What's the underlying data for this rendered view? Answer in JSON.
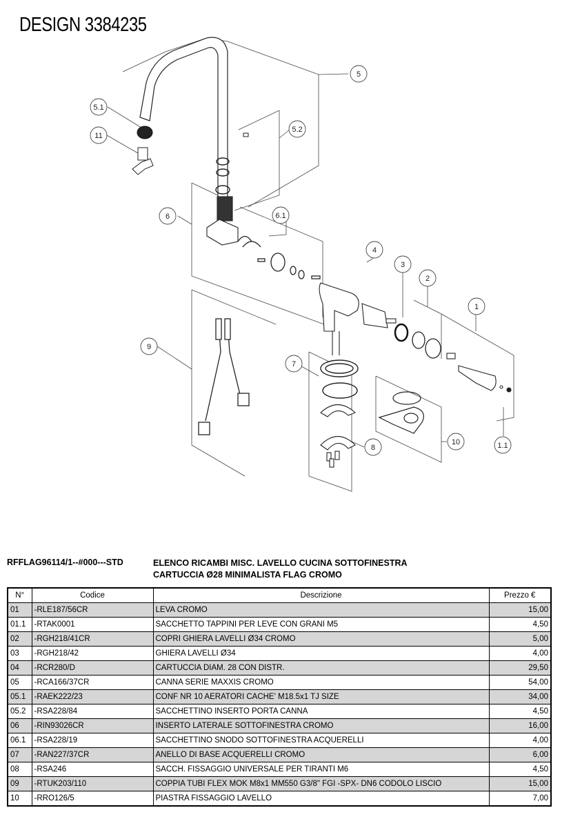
{
  "design_title": "DESIGN 3384235",
  "callouts": [
    "5",
    "5.1",
    "11",
    "5.2",
    "6",
    "6.1",
    "4",
    "3",
    "2",
    "1",
    "9",
    "7",
    "10",
    "8",
    "1.1"
  ],
  "header": {
    "code": "RFFLAG96114/1--#000---STD",
    "title_line1": "ELENCO RICAMBI MISC. LAVELLO CUCINA SOTTOFINESTRA",
    "title_line2": "CARTUCCIA Ø28 MINIMALISTA FLAG CROMO"
  },
  "table": {
    "columns": [
      "N°",
      "Codice",
      "Descrizione",
      "Prezzo €"
    ],
    "rows": [
      {
        "n": "01",
        "code": "-RLE187/56CR",
        "desc": "LEVA CROMO",
        "price": "15,00",
        "shaded": true
      },
      {
        "n": "01.1",
        "code": "-RTAK0001",
        "desc": "SACCHETTO TAPPINI PER LEVE CON GRANI M5",
        "price": "4,50",
        "shaded": false
      },
      {
        "n": "02",
        "code": "-RGH218/41CR",
        "desc": "COPRI GHIERA LAVELLI Ø34 CROMO",
        "price": "5,00",
        "shaded": true
      },
      {
        "n": "03",
        "code": "-RGH218/42",
        "desc": "GHIERA LAVELLI Ø34",
        "price": "4,00",
        "shaded": false
      },
      {
        "n": "04",
        "code": "-RCR280/D",
        "desc": "CARTUCCIA DIAM. 28 CON DISTR.",
        "price": "29,50",
        "shaded": true
      },
      {
        "n": "05",
        "code": "-RCA166/37CR",
        "desc": "CANNA SERIE MAXXIS CROMO",
        "price": "54,00",
        "shaded": false
      },
      {
        "n": "05.1",
        "code": "-RAEK222/23",
        "desc": "CONF NR 10 AERATORI CACHE' M18.5x1 TJ SIZE",
        "price": "34,00",
        "shaded": true
      },
      {
        "n": "05.2",
        "code": "-RSA228/84",
        "desc": "SACCHETTINO INSERTO PORTA CANNA",
        "price": "4,50",
        "shaded": false
      },
      {
        "n": "06",
        "code": "-RIN93026CR",
        "desc": "INSERTO LATERALE SOTTOFINESTRA CROMO",
        "price": "16,00",
        "shaded": true
      },
      {
        "n": "06.1",
        "code": "-RSA228/19",
        "desc": "SACCHETTINO SNODO SOTTOFINESTRA ACQUERELLI",
        "price": "4,00",
        "shaded": false
      },
      {
        "n": "07",
        "code": "-RAN227/37CR",
        "desc": "ANELLO DI BASE ACQUERELLI CROMO",
        "price": "6,00",
        "shaded": true
      },
      {
        "n": "08",
        "code": "-RSA246",
        "desc": "SACCH. FISSAGGIO UNIVERSALE PER TIRANTI M6",
        "price": "4,50",
        "shaded": false
      },
      {
        "n": "09",
        "code": "-RTUK203/110",
        "desc": "COPPIA TUBI FLEX MOK M8x1 MM550 G3/8\" FGI -SPX- DN6 CODOLO LISCIO",
        "price": "15,00",
        "shaded": true
      },
      {
        "n": "10",
        "code": "-RRO126/5",
        "desc": "PIASTRA FISSAGGIO LAVELLO",
        "price": "7,00",
        "shaded": false
      }
    ]
  }
}
